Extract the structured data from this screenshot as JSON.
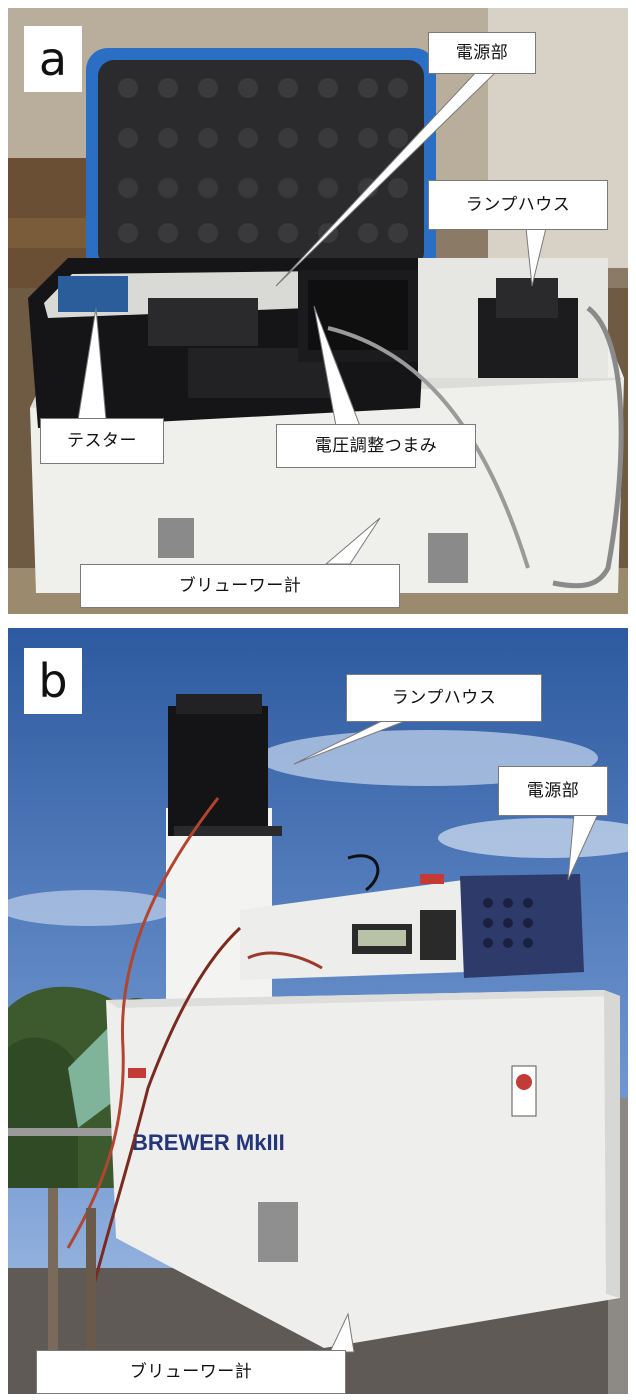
{
  "panel_a": {
    "letter": "a",
    "labels": {
      "power": "電源部",
      "lamphouse": "ランプハウス",
      "tester": "テスター",
      "voltage_knob": "電圧調整つまみ",
      "brewer": "ブリューワー計"
    }
  },
  "panel_b": {
    "letter": "b",
    "labels": {
      "lamphouse": "ランプハウス",
      "power": "電源部",
      "brewer": "ブリューワー計"
    },
    "instrument_text": "BREWER MkIII"
  },
  "colors": {
    "sky": "#4f79b8",
    "case_blue": "#2f6fb7",
    "dark_housing": "#1c1c1f",
    "white_case": "#f0f0ee"
  }
}
